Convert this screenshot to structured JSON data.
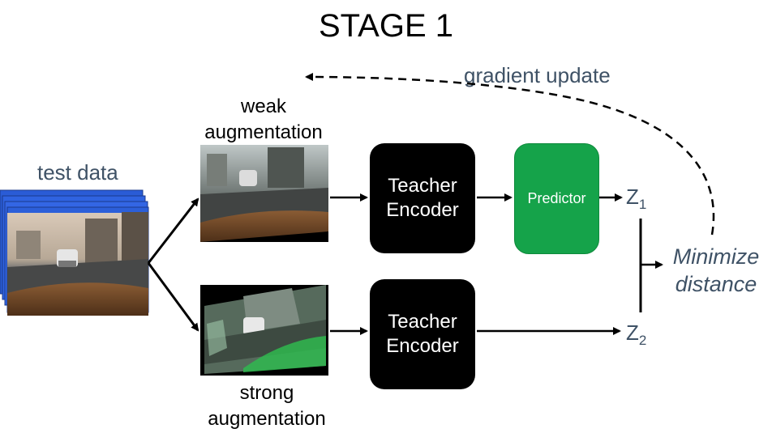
{
  "title": "STAGE 1",
  "test_data_label": "test data",
  "weak_label": [
    "weak",
    "augmentation"
  ],
  "strong_label": [
    "strong",
    "augmentation"
  ],
  "teacher_encoder_top": [
    "Teacher",
    "Encoder"
  ],
  "teacher_encoder_bottom": [
    "Teacher",
    "Encoder"
  ],
  "predictor_label": "Predictor",
  "z1": {
    "base": "Z",
    "sub": "1"
  },
  "z2": {
    "base": "Z",
    "sub": "2"
  },
  "gradient_label": "gradient update",
  "minimize_label": [
    "Minimize",
    "distance"
  ],
  "colors": {
    "predictor": "#15a34a",
    "teacher": "#000000",
    "stack_blue": "#2a5cd6",
    "text_gray": "#3f5266"
  }
}
